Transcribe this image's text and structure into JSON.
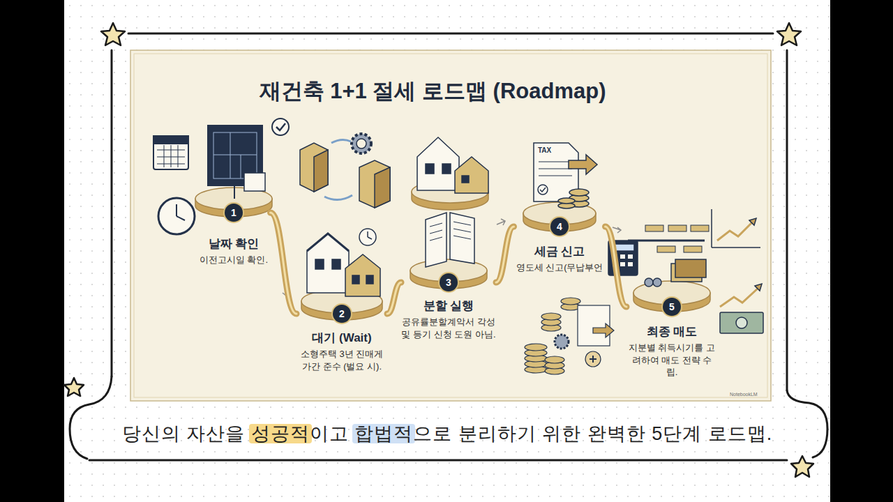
{
  "diagram": {
    "title": "재건축 1+1 절세 로드맵 (Roadmap)",
    "caption": "당신의 자산을 성공적이고 합법적으로 분리하기 위한 완벽한 5단계 로드맵.",
    "nodes": [
      {
        "text": [
          "1",
          "날짜 확인",
          "이전고시일 확인."
        ]
      },
      {
        "text": [
          "2",
          "대기 (Wait)",
          "소형주택 3년 진매게 가간 준수 (벌요 시)."
        ]
      },
      {
        "text": [
          "3",
          "분할 실행",
          "공유률분할계악서 각성 및 등기 신청 도원 아님."
        ]
      },
      {
        "text": [
          "4",
          "세금 신고",
          "영도세 신고(무납부언"
        ]
      },
      {
        "text": [
          "5",
          "최종 매도",
          "지분별 취득시기를 고려하여 매도 전략 수립."
        ]
      }
    ],
    "edges": [
      {
        "from": 0,
        "to": 1,
        "arrow": "none"
      },
      {
        "from": 1,
        "to": 2,
        "arrow": "none"
      },
      {
        "from": 2,
        "to": 3,
        "arrow": "none"
      },
      {
        "from": 3,
        "to": 4,
        "arrow": "none"
      }
    ],
    "labels": [
      "TAX",
      "NotebookLM"
    ]
  }
}
